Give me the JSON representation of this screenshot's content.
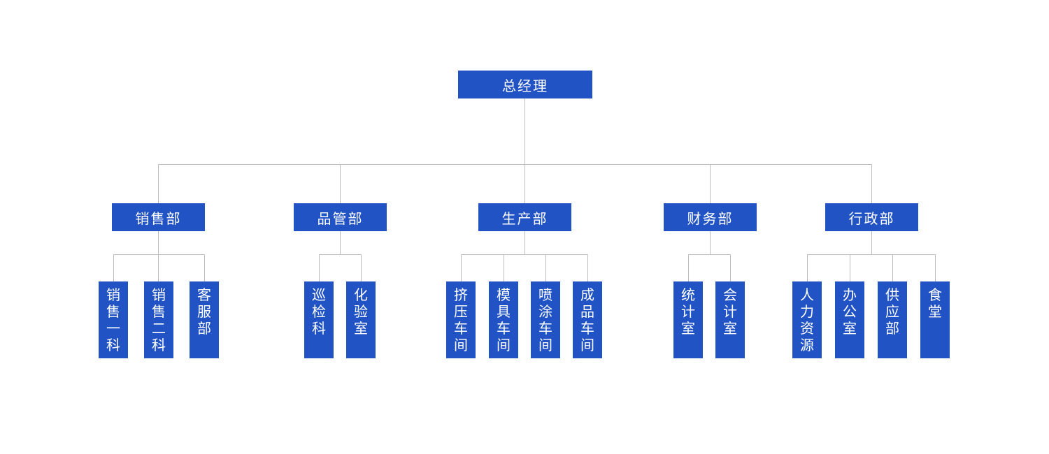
{
  "colors": {
    "node_background": "#2153c5",
    "node_text": "#ffffff",
    "connector_line": "#bdbdbd",
    "page_background": "#ffffff"
  },
  "org_chart": {
    "type": "organization-tree",
    "root": {
      "label": "总经理"
    },
    "departments": [
      {
        "label": "销售部",
        "children": [
          {
            "label": "销售一科"
          },
          {
            "label": "销售二科"
          },
          {
            "label": "客服部"
          }
        ]
      },
      {
        "label": "品管部",
        "children": [
          {
            "label": "巡检科"
          },
          {
            "label": "化验室"
          }
        ]
      },
      {
        "label": "生产部",
        "children": [
          {
            "label": "挤压车间"
          },
          {
            "label": "模具车间"
          },
          {
            "label": "喷涂车间"
          },
          {
            "label": "成品车间"
          }
        ]
      },
      {
        "label": "财务部",
        "children": [
          {
            "label": "统计室"
          },
          {
            "label": "会计室"
          }
        ]
      },
      {
        "label": "行政部",
        "children": [
          {
            "label": "人力资源"
          },
          {
            "label": "办公室"
          },
          {
            "label": "供应部"
          },
          {
            "label": "食堂"
          }
        ]
      }
    ]
  }
}
